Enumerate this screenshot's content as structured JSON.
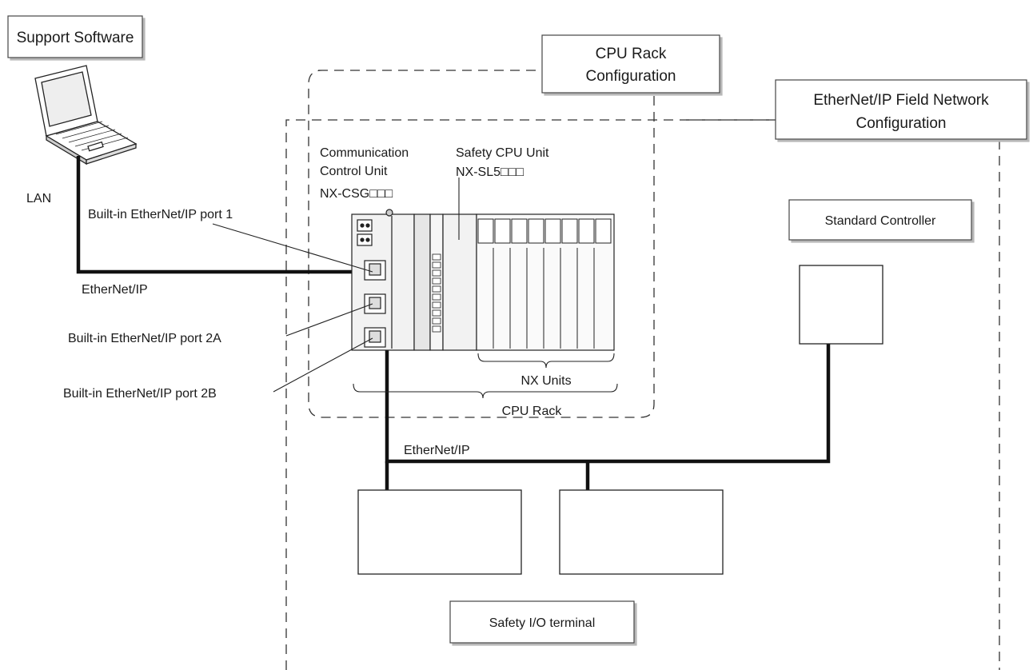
{
  "labels": {
    "support_software": "Support Software",
    "cpu_rack_config_line1": "CPU Rack",
    "cpu_rack_config_line2": "Configuration",
    "field_network_config_line1": "EtherNet/IP Field Network",
    "field_network_config_line2": "Configuration",
    "lan": "LAN",
    "comm_unit_line1": "Communication",
    "comm_unit_line2": "Control Unit",
    "comm_unit_model": "NX-CSG□□□",
    "safety_cpu_line1": "Safety CPU Unit",
    "safety_cpu_model": "NX-SL5□□□",
    "port1": "Built-in EtherNet/IP port 1",
    "port2a": "Built-in EtherNet/IP port 2A",
    "port2b": "Built-in EtherNet/IP port 2B",
    "ethernetip_upper": "EtherNet/IP",
    "ethernetip_lower": "EtherNet/IP",
    "standard_controller": "Standard Controller",
    "nx_units": "NX Units",
    "cpu_rack": "CPU Rack",
    "safety_io_terminal": "Safety I/O terminal"
  }
}
